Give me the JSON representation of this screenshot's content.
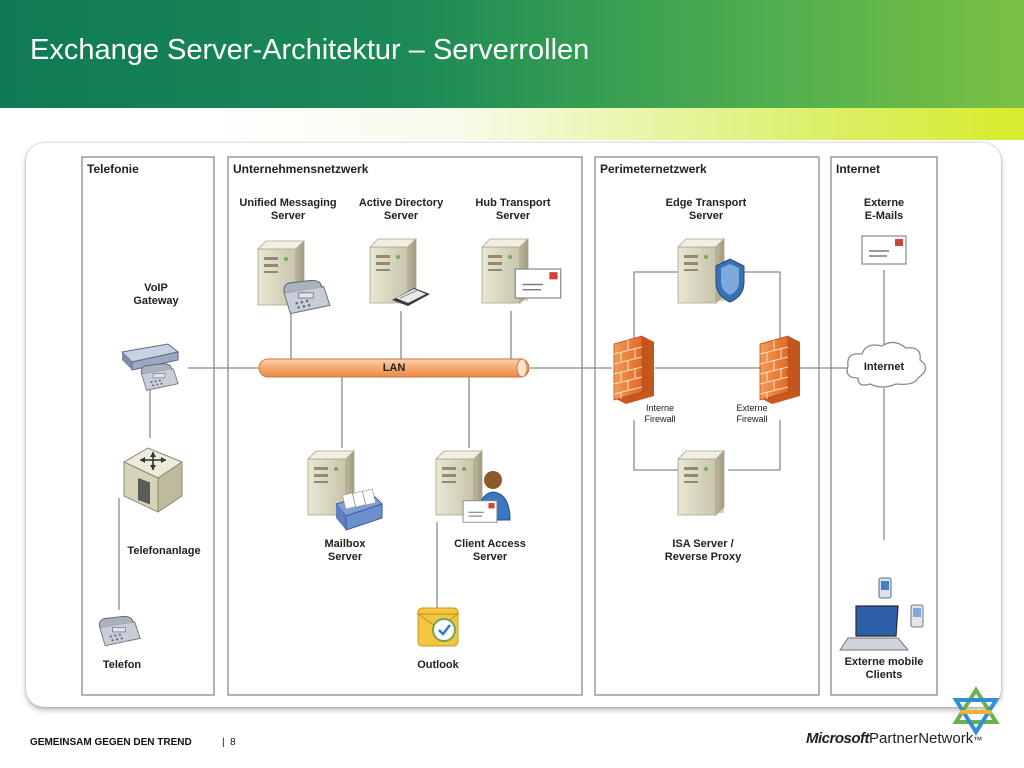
{
  "slide": {
    "title": "Exchange Server-Architektur – Serverrollen",
    "footer_left": "GEMEINSAM GEGEN DEN TREND",
    "footer_separator": "|",
    "page_number": "8"
  },
  "logo": {
    "brand": "Microsoft",
    "text": "PartnerNetwork",
    "mark": "™"
  },
  "zones": {
    "telefonie": "Telefonie",
    "unternehmen": "Unternehmensnetzwerk",
    "perimeter": "Perimeternetzwerk",
    "internet": "Internet"
  },
  "nodes": {
    "um_server": "Unified Messaging\nServer",
    "ad_server": "Active Directory\nServer",
    "hub_server": "Hub Transport\nServer",
    "edge_server": "Edge Transport\nServer",
    "externe_emails": "Externe\nE-Mails",
    "voip_gateway": "VoIP\nGateway",
    "lan": "LAN",
    "internet_cloud": "Internet",
    "interne_firewall": "Interne\nFirewall",
    "externe_firewall": "Externe\nFirewall",
    "telefonanlage": "Telefonanlage",
    "mailbox_server": "Mailbox\nServer",
    "cas_server": "Client Access\nServer",
    "isa_server": "ISA Server /\nReverse Proxy",
    "telefon": "Telefon",
    "outlook": "Outlook",
    "mobile_clients": "Externe mobile\nClients"
  },
  "colors": {
    "lan_fill": "#f6a96f",
    "firewall": "#f07c3a",
    "zone_border": "#8c8c8c",
    "link": "#8a8a8a"
  }
}
